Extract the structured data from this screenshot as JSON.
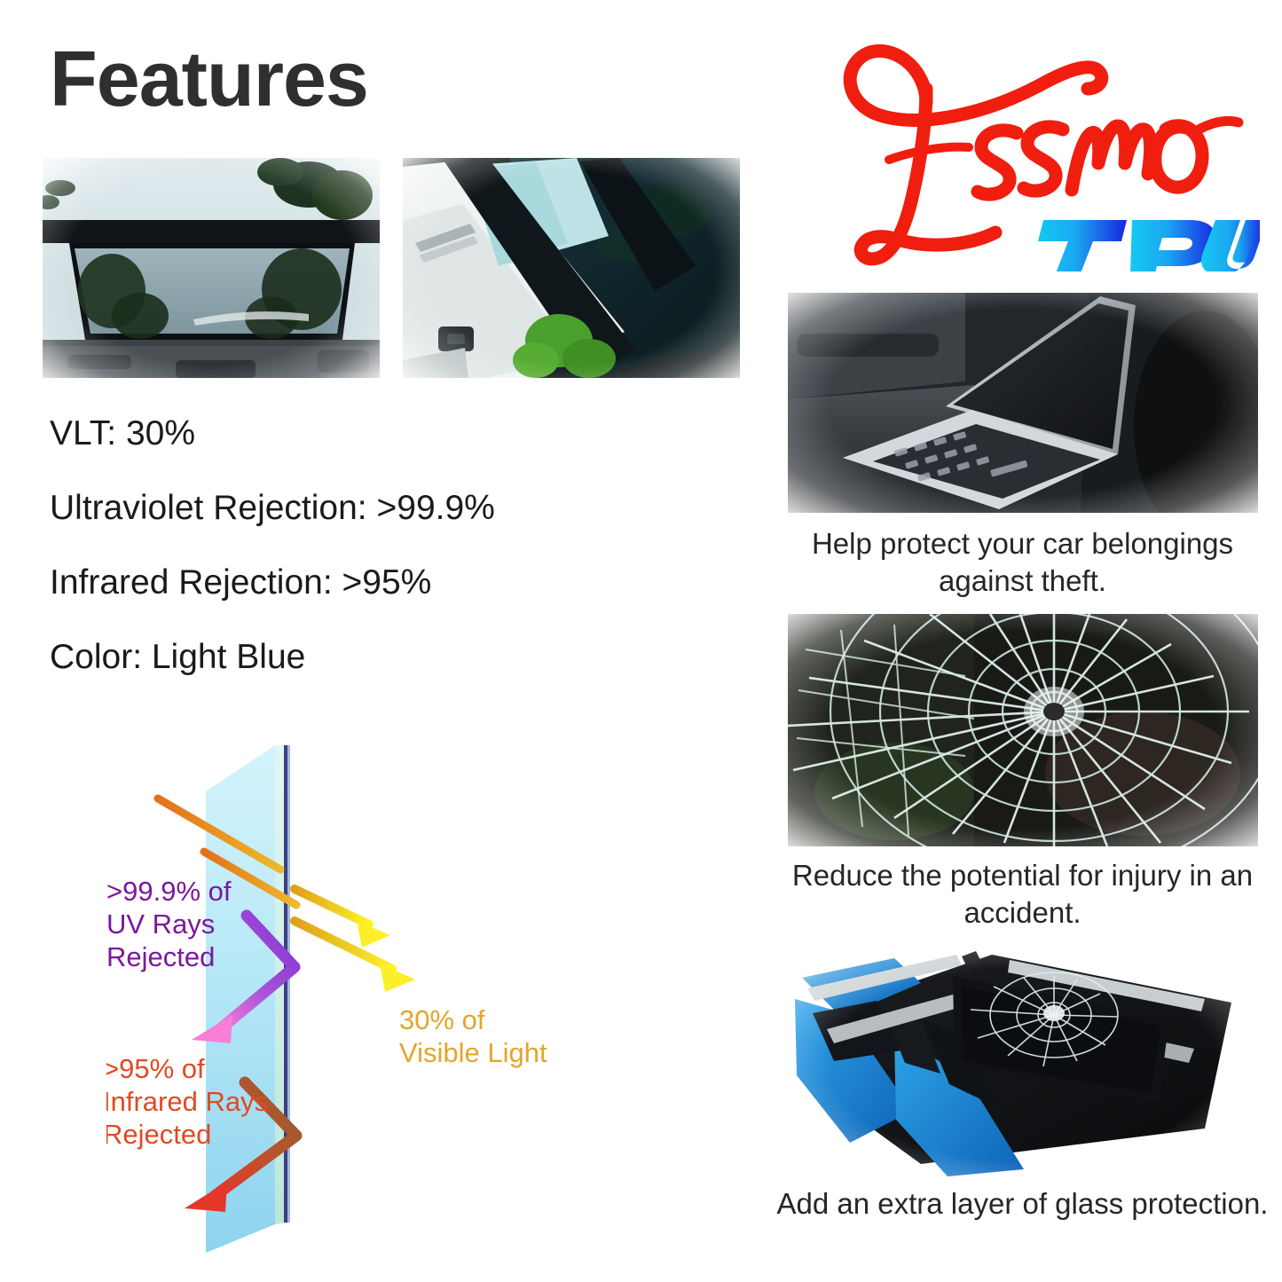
{
  "header": {
    "title": "Features"
  },
  "brand": {
    "name": "Essmo",
    "sub": "TPU",
    "script_color": "#F01E0F",
    "tpu_gradient_start": "#15C8F0",
    "tpu_gradient_end": "#1A25E0"
  },
  "gallery": {
    "photos": [
      {
        "name": "sunroof-interior",
        "alt": "Interior view of tinted car sunroof with trees and sky"
      },
      {
        "name": "sunroof-open",
        "alt": "Angled view of open tinted panoramic sunroof"
      }
    ]
  },
  "specs": [
    "VLT: 30%",
    "Ultraviolet Rejection: >99.9%",
    "Infrared Rejection: >95%",
    "Color: Light Blue"
  ],
  "diagram": {
    "glass_label": "tinted glass pane",
    "labels": {
      "uv": ">99.9% of\nUV Rays\nRejected",
      "uv_lines": [
        ">99.9% of",
        "UV Rays",
        "Rejected"
      ],
      "ir_lines": [
        ">95% of",
        "Infrared Rays",
        "Rejected"
      ],
      "visible_lines": [
        "30% of",
        "Visible Light"
      ]
    },
    "colors": {
      "uv_text": "#7B189E",
      "uv_arrow_start": "#8B3FD4",
      "uv_arrow_end": "#F579D6",
      "ir_text": "#E04A22",
      "ir_arrow_start": "#9A6234",
      "ir_arrow_end": "#E23A28",
      "visible_text": "#E5A52A",
      "visible_arrow_start": "#E0A21C",
      "visible_arrow_end": "#FBF028",
      "incoming_ray_start": "#E2741C",
      "incoming_ray_end": "#E8B62A",
      "glass_face_top": "#CFF3FA",
      "glass_face_bottom": "#8FD6EF",
      "glass_edge": "#3B3F86"
    }
  },
  "benefits": [
    {
      "photo_name": "laptop-in-car",
      "caption": "Help protect your car belongings against theft."
    },
    {
      "photo_name": "shattered-glass",
      "caption": "Reduce the potential for injury in an accident."
    },
    {
      "photo_name": "cracked-car-sunroof",
      "caption": "Add an extra layer of glass protection."
    }
  ]
}
